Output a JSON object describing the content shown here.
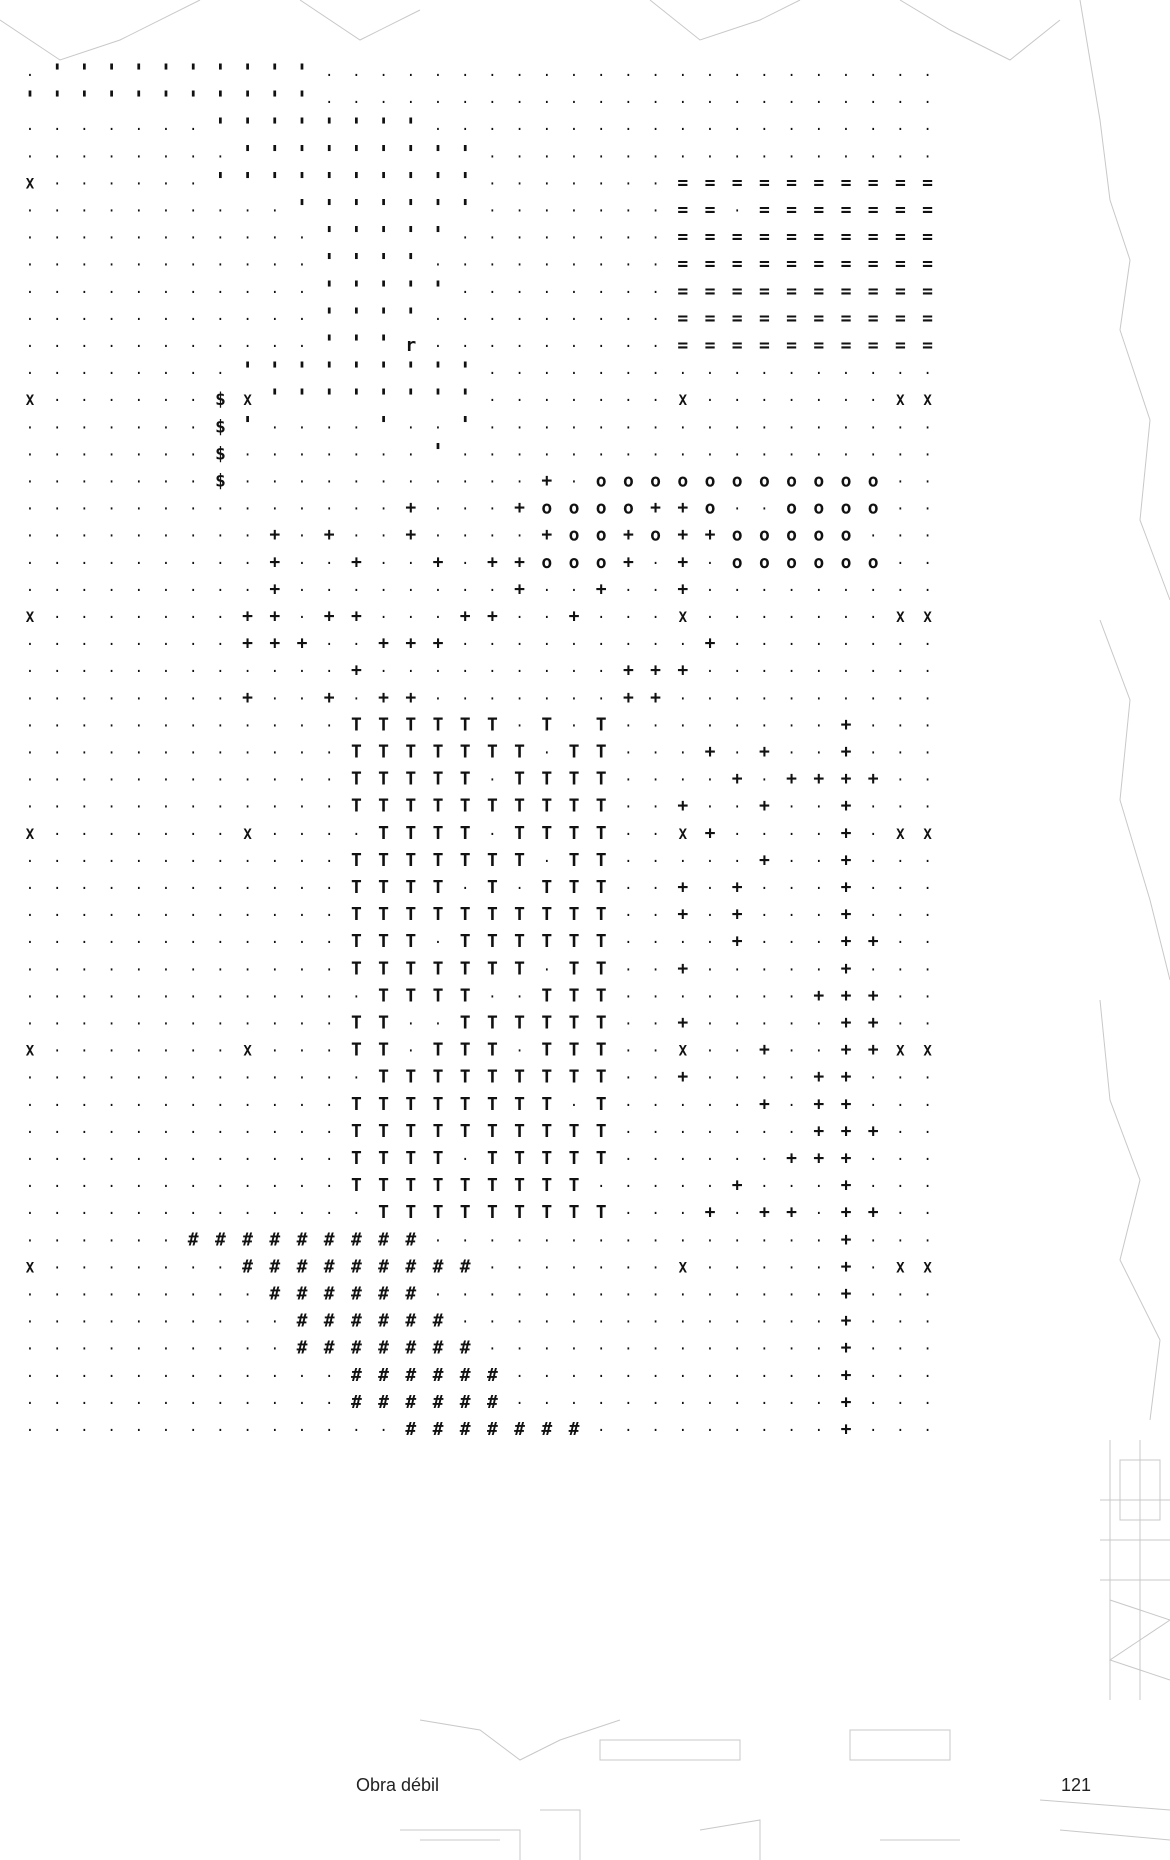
{
  "footer": {
    "title": "Obra débil",
    "page_number": "121"
  },
  "colors": {
    "ink": "#111111",
    "map_line": "#bdbdbd",
    "paper": "#ffffff"
  },
  "figure": {
    "description_kind": "typewritten-character-grid",
    "marker_glyph": "X",
    "grid_glyph": "·",
    "symbols": [
      "'",
      "$",
      "+",
      "=",
      "o",
      "T",
      "#",
      "r"
    ]
  }
}
